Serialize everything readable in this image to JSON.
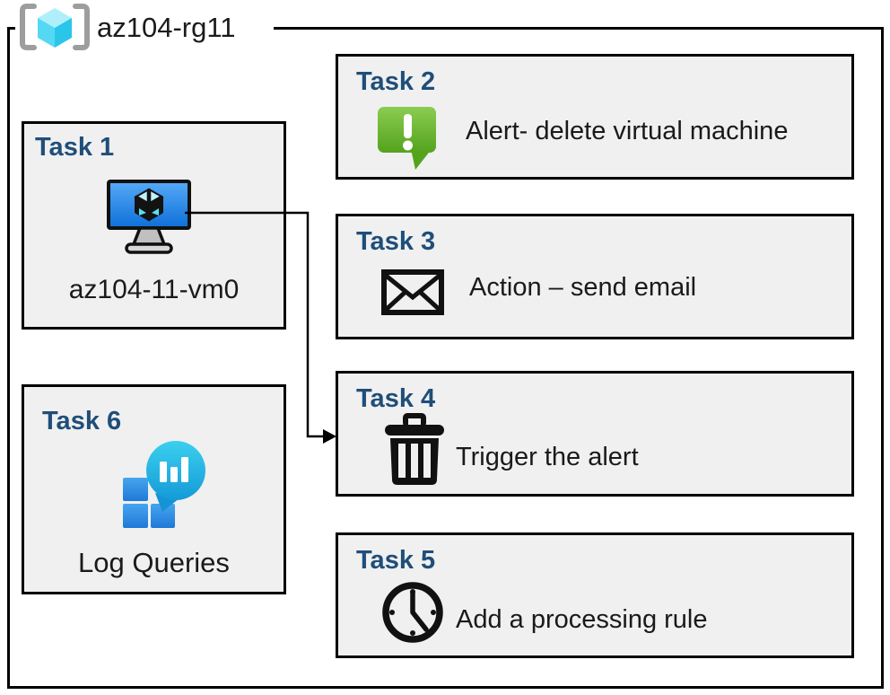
{
  "resource_group": {
    "label": "az104-rg11",
    "icon": "resource-group-icon"
  },
  "tasks": [
    {
      "title": "Task 1",
      "label": "az104-11-vm0",
      "icon": "virtual-machine-icon"
    },
    {
      "title": "Task 2",
      "label": "Alert- delete virtual machine",
      "icon": "alert-icon"
    },
    {
      "title": "Task 3",
      "label": "Action – send email",
      "icon": "email-icon"
    },
    {
      "title": "Task 4",
      "label": "Trigger the alert",
      "icon": "trash-icon"
    },
    {
      "title": "Task 5",
      "label": "Add a processing rule",
      "icon": "clock-icon"
    },
    {
      "title": "Task 6",
      "label": "Log Queries",
      "icon": "log-analytics-icon"
    }
  ],
  "connector": {
    "from": "Task 1",
    "to": "Task 4"
  },
  "colors": {
    "task_title": "#1F4E79",
    "box_fill": "#F0F0F0",
    "border": "#000000",
    "alert_green_top": "#8BCC52",
    "alert_green_bottom": "#54A31D",
    "vm_screen_top": "#56AAF7",
    "vm_screen_bottom": "#0E6FD8",
    "log_bubble_top": "#3BD0EE",
    "log_bubble_bottom": "#149AD8",
    "log_square_top": "#46A5EE",
    "log_square_bottom": "#1F79D8",
    "rg_cube_top": "#AEEFFB",
    "rg_cube_left": "#55D8F4",
    "rg_cube_right": "#29C6EA",
    "rg_bracket": "#9D9D9D"
  }
}
